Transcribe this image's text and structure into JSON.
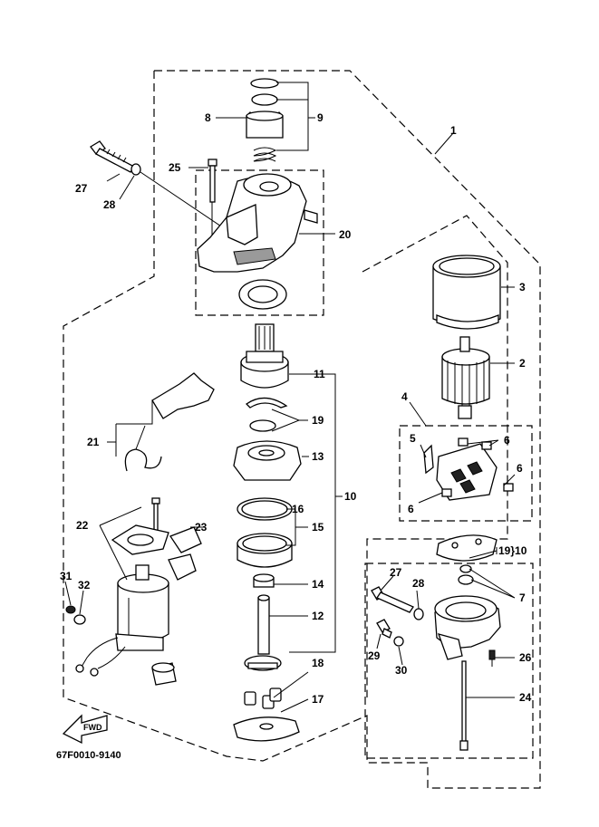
{
  "document_code": "67F0010-9140",
  "fwd_arrow_label": "FWD",
  "callouts": {
    "p1": "1",
    "p2": "2",
    "p3": "3",
    "p4": "4",
    "p5": "5",
    "p6a": "6",
    "p6b": "6",
    "p6c": "6",
    "p7": "7",
    "p8": "8",
    "p9": "9",
    "p10a": "10",
    "p10b": "19}10",
    "p11": "11",
    "p12": "12",
    "p13": "13",
    "p14": "14",
    "p15": "15",
    "p16": "16",
    "p17": "17",
    "p18": "18",
    "p19": "19",
    "p20": "20",
    "p21": "21",
    "p22": "22",
    "p23": "23",
    "p24": "24",
    "p25": "25",
    "p26": "26",
    "p27a": "27",
    "p27b": "27",
    "p28a": "28",
    "p28b": "28",
    "p29": "29",
    "p30": "30",
    "p31": "31",
    "p32": "32"
  }
}
